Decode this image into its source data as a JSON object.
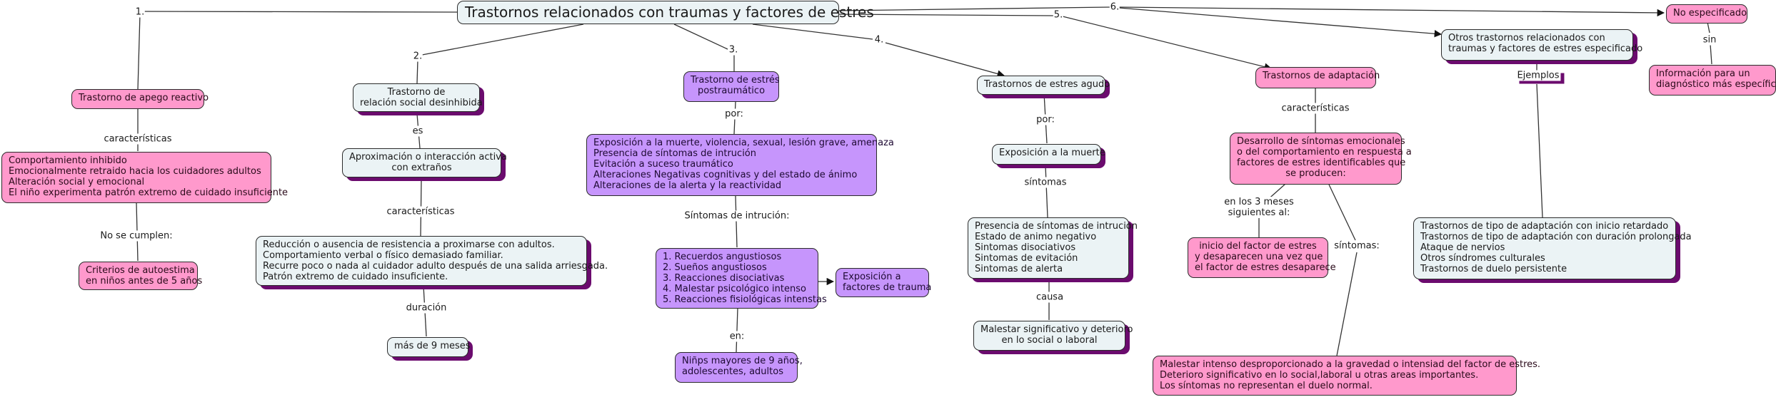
{
  "root": {
    "title": "Trastornos relacionados con traumas y factores de estres"
  },
  "branch_numbers": [
    "1.",
    "2.",
    "3.",
    "4.",
    "5.",
    "6."
  ],
  "branch1": {
    "title": "Trastorno de apego reactivo",
    "link_characteristics": "características",
    "characteristics": "Comportamiento inhibido\nEmocionalmente retraido hacia los cuidadores adultos\nAlteración social y emocional\nEl niño experimenta patrón extremo de cuidado insuficiente",
    "link_not_met": "No se cumplen:",
    "criteria": "Criterios de autoestima\nen niños antes de 5 años"
  },
  "branch2": {
    "title": "Trastorno de\nrelación social desinhibida",
    "link_is": "es",
    "approach": "Aproximación o interacción activa\ncon extraños",
    "link_characteristics": "características",
    "characteristics": "Reducción o ausencia de resistencia a proximarse con adultos.\nComportamiento verbal o físico demasiado familiar.\nRecurre poco o nada al cuidador adulto después de una salida arriesgada.\nPatrón extremo de cuidado insuficiente.",
    "link_duration": "duración",
    "duration": "más de 9 meses"
  },
  "branch3": {
    "title": "Trastorno de estrés\npostraumático",
    "link_by": "por:",
    "causes": "Exposición a la muerte, violencia, sexual, lesión grave, amenaza\nPresencia de síntomas de intrución\nEvitación a suceso traumático\nAlteraciones Negativas cognitivas y del estado de ánimo\nAlteraciones de la alerta y la reactividad",
    "link_intrusion": "Síntomas de intrución:",
    "intrusion_symptoms": "1. Recuerdos angustiosos\n2. Sueños angustiosos\n3. Reacciones disociativas\n4. Malestar psicológico intenso\n5. Reacciones fisiológicas intenstas",
    "exposure": "Exposición a\nfactores de trauma",
    "link_in": "en:",
    "population": "Niñps mayores de 9 años,\nadolescentes, adultos"
  },
  "branch4": {
    "title": "Trastornos de estres agudo",
    "link_by": "por:",
    "cause": "Exposición a la muerte",
    "link_symptoms": "síntomas",
    "symptoms": "Presencia de síntomas de intrucion\nEstado de animo negativo\nSintomas disociativos\nSintomas de evitación\nSintomas de alerta",
    "link_causes": "causa",
    "consequence": "Malestar significativo y deterioro\nen lo social o laboral"
  },
  "branch5": {
    "title": "Trastornos de adaptación",
    "link_characteristics": "características",
    "description": "Desarrollo de síntomas emocionales\no del comportamiento en respuesta a\nfactores de estres identificables que\nse producen:",
    "link_timing": "en los 3 meses\nsiguientes al:",
    "timing": "inicio del factor de estres\ny desaparecen una vez que\nel factor de estres desaparece",
    "link_symptoms": "síntomas:",
    "symptoms": "Malestar intenso desproporcionado a la gravedad o intensiad del factor de estres.\nDeterioro significativo en lo social,laboral u otras areas importantes.\nLos síntomas no representan el duelo normal."
  },
  "branch6": {
    "other_title": "Otros trastornos relacionados con\ntraumas y factores de estres especificado",
    "link_examples": "Ejemplos",
    "examples": "Trastornos de tipo de adaptación con inicio retardado\nTrastornos de tipo de adaptación con duración prolongada\nAtaque de nervios\nOtros síndromes culturales\nTrastornos de duelo persistente",
    "unspecified_title": "No especificado",
    "link_without": "sin",
    "unspecified_info": "Información para un\ndiagnóstico más específico"
  },
  "colors": {
    "pink": "#ff99cc",
    "purple": "#c695fc",
    "gray": "#ebf3f5",
    "shadow": "#6b0b6e",
    "line": "#333333"
  }
}
